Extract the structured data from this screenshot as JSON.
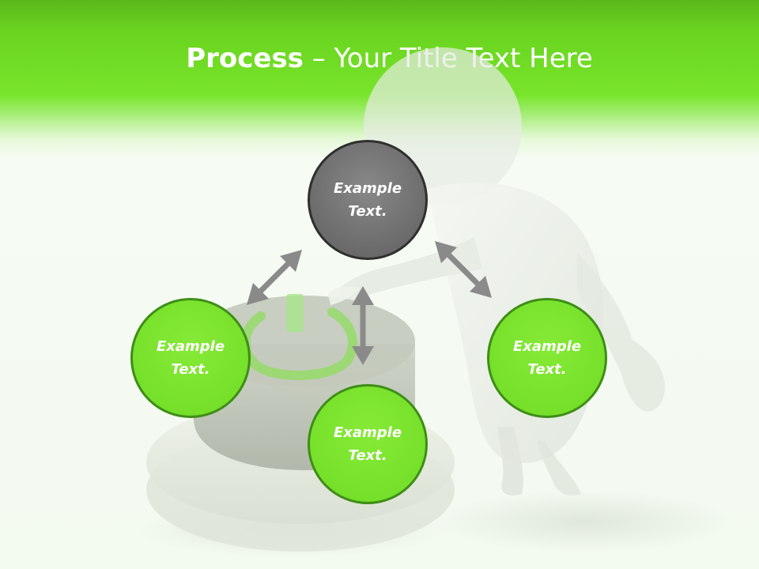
{
  "slide": {
    "title_bold": "Process",
    "title_rest": " – Your Title Text Here"
  },
  "diagram": {
    "nodes": [
      {
        "id": "top",
        "line1": "Example",
        "line2": "Text.",
        "color": "#707070"
      },
      {
        "id": "left",
        "line1": "Example",
        "line2": "Text.",
        "color": "#78e22a"
      },
      {
        "id": "bottom",
        "line1": "Example",
        "line2": "Text.",
        "color": "#78e22a"
      },
      {
        "id": "right",
        "line1": "Example",
        "line2": "Text.",
        "color": "#78e22a"
      }
    ],
    "arrows": [
      "top-left",
      "top-right",
      "top-bottom"
    ],
    "arrow_color": "#8a8a8a"
  },
  "colors": {
    "header_green": "#6ad420",
    "node_green": "#78e22a",
    "node_gray": "#707070",
    "node_green_border": "#3e8e16"
  }
}
